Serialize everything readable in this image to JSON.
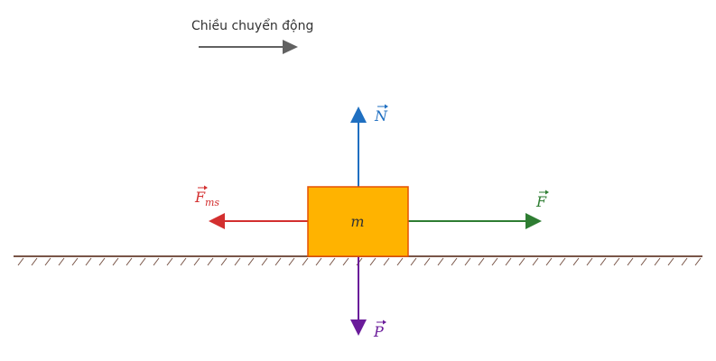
{
  "direction_caption": "Chiều chuyển động",
  "block": {
    "label": "m"
  },
  "forces": {
    "normal": {
      "symbol": "N",
      "sub": ""
    },
    "applied": {
      "symbol": "F",
      "sub": ""
    },
    "friction": {
      "symbol": "F",
      "sub": "ms"
    },
    "weight": {
      "symbol": "P",
      "sub": ""
    }
  },
  "colors": {
    "normal": "#1f6fc1",
    "applied": "#2e7d32",
    "friction": "#d32f2f",
    "weight": "#6a1b9a",
    "block_fill": "#ffb300",
    "block_stroke": "#e65100",
    "ground": "#795548",
    "motion_arrow": "#616161",
    "text": "#333333"
  }
}
